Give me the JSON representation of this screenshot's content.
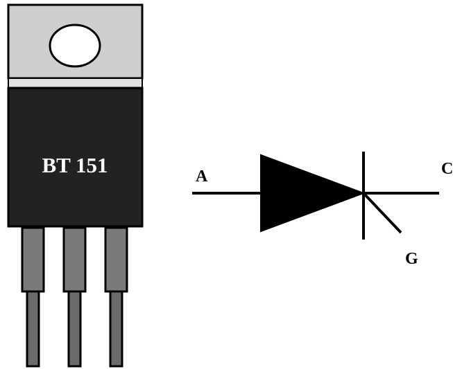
{
  "package": {
    "part_number": "BT 151",
    "tab_color": "#cfcfcf",
    "body_color": "#222222",
    "pin_upper_color": "#7a7a7a",
    "pin_lower_color": "#6b6b6b"
  },
  "symbol": {
    "anode_label": "A",
    "cathode_label": "C",
    "gate_label": "G"
  }
}
